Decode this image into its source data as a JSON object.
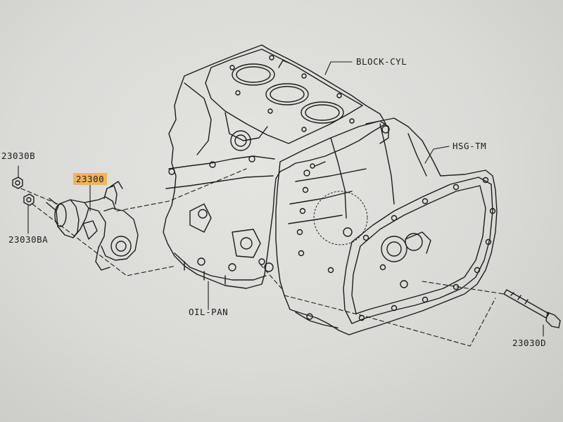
{
  "labels": {
    "block_cyl": "BLOCK-CYL",
    "hsg_tm": "HSG-TM",
    "oil_pan": "OIL-PAN",
    "part_23030b": "23030B",
    "part_23300": "23300",
    "part_23030ba": "23030BA",
    "part_23030d": "23030D"
  },
  "colors": {
    "line": "#1c1c1c",
    "highlight": "#f2b35a",
    "paper": "#dcdcd9"
  }
}
